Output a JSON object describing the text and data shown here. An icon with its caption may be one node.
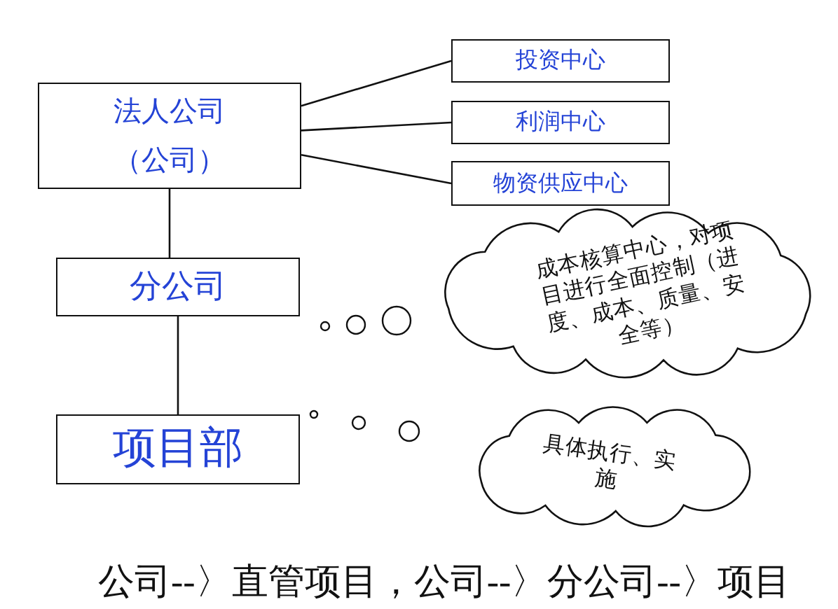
{
  "diagram": {
    "nodes": [
      {
        "text": [
          "法人公司",
          "（公司）"
        ]
      },
      {
        "text": [
          "投资中心"
        ]
      },
      {
        "text": [
          "利润中心"
        ]
      },
      {
        "text": [
          "物资供应中心"
        ]
      },
      {
        "text": [
          "分公司"
        ]
      },
      {
        "text": [
          "成本核算中心，对项目进行全面控制（进度、成本、质量、安全等）"
        ]
      },
      {
        "text": [
          "项目部"
        ]
      },
      {
        "text": [
          "具体执行、实施"
        ]
      }
    ],
    "edges": [
      {
        "from": 0,
        "to": 1,
        "arrow": "none"
      },
      {
        "from": 0,
        "to": 2,
        "arrow": "none"
      },
      {
        "from": 0,
        "to": 3,
        "arrow": "none"
      },
      {
        "from": 0,
        "to": 4,
        "arrow": "none"
      },
      {
        "from": 4,
        "to": 6,
        "arrow": "none"
      }
    ],
    "labels": [
      "公司--〉直管项目，公司--〉分公司--〉项目"
    ]
  }
}
